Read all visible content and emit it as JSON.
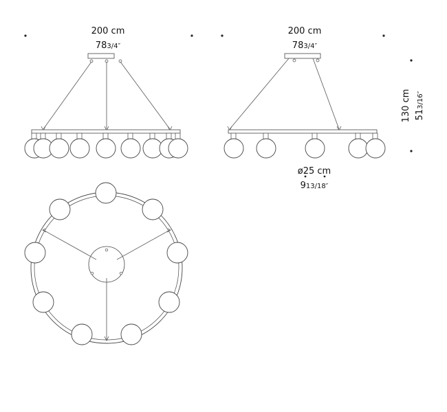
{
  "dimensions": {
    "front_width_metric": "200 cm",
    "front_width_imperial": "78",
    "front_width_fraction": "3/4″",
    "side_width_metric": "200 cm",
    "side_width_imperial": "78",
    "side_width_fraction": "3/4″",
    "height_metric": "130 cm",
    "height_imperial": "51",
    "height_fraction": "3/16″",
    "globe_diameter_metric": "ø25 cm",
    "globe_diameter_imperial": "9",
    "globe_diameter_fraction": "13/18″"
  }
}
